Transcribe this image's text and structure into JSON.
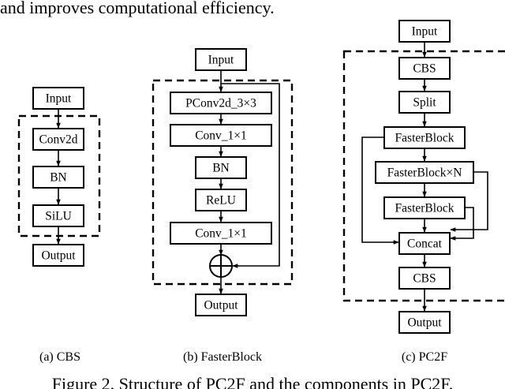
{
  "paragraph_fragment": "and improves computational efficiency.",
  "figure_caption": "Figure 2. Structure of PC2F and the components in PC2F.",
  "cbs": {
    "caption": "(a) CBS",
    "input": "Input",
    "conv": "Conv2d",
    "bn": "BN",
    "act": "SiLU",
    "output": "Output"
  },
  "fasterblock": {
    "caption": "(b) FasterBlock",
    "input": "Input",
    "pconv": "PConv2d_3×3",
    "conv1": "Conv_1×1",
    "bn": "BN",
    "relu": "ReLU",
    "conv2": "Conv_1×1",
    "output": "Output"
  },
  "pc2f": {
    "caption": "(c) PC2F",
    "input": "Input",
    "cbs1": "CBS",
    "split": "Split",
    "fb1": "FasterBlock",
    "fbn": "FasterBlock×N",
    "fb2": "FasterBlock",
    "concat": "Concat",
    "cbs2": "CBS",
    "output": "Output"
  }
}
